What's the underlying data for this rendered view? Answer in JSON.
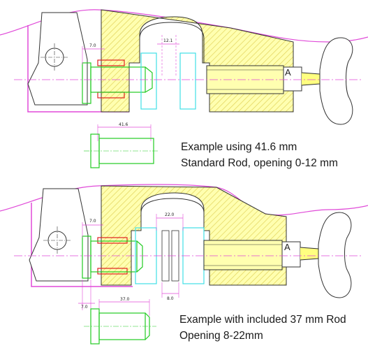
{
  "panels": [
    {
      "caption": [
        "Example using 41.6 mm",
        "Standard Rod, opening 0-12 mm"
      ],
      "dims": {
        "side_gap": "7.0",
        "opening": "12.1",
        "rod_length": "41.6"
      },
      "marker": "A"
    },
    {
      "caption": [
        "Example with included 37 mm Rod",
        "Opening 8-22mm"
      ],
      "dims": {
        "side_gap": "7.0",
        "opening": "22.0",
        "rod_length": "37.0",
        "lower_gap": "7.0",
        "min_opening": "8.0"
      },
      "marker": "A"
    }
  ],
  "colors": {
    "body_fill": "#ffff99",
    "hatch": "#e6d84a",
    "outline": "#333333",
    "magenta": "#e04ad8",
    "cyan": "#3fe0e6",
    "green": "#22cc22",
    "pink": "#ff66cc",
    "red": "#e02020",
    "rod_fill": "#eef5ee"
  }
}
